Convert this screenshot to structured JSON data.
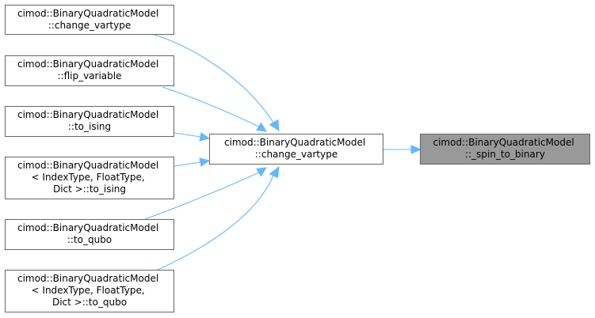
{
  "diagram": {
    "target_node": {
      "lines": [
        "cimod::BinaryQuadraticModel",
        "::_spin_to_binary"
      ]
    },
    "middle_node": {
      "lines": [
        "cimod::BinaryQuadraticModel",
        "::change_vartype"
      ]
    },
    "callers": [
      {
        "lines": [
          "cimod::BinaryQuadraticModel",
          "::change_vartype"
        ]
      },
      {
        "lines": [
          "cimod::BinaryQuadraticModel",
          "::flip_variable"
        ]
      },
      {
        "lines": [
          "cimod::BinaryQuadraticModel",
          "::to_ising"
        ]
      },
      {
        "lines": [
          "cimod::BinaryQuadraticModel",
          "< IndexType, FloatType,",
          "Dict >::to_ising"
        ]
      },
      {
        "lines": [
          "cimod::BinaryQuadraticModel",
          "::to_qubo"
        ]
      },
      {
        "lines": [
          "cimod::BinaryQuadraticModel",
          "< IndexType, FloatType,",
          "Dict >::to_qubo"
        ]
      }
    ],
    "colors": {
      "edge": "#63b8ff",
      "node_border": "#666666",
      "target_fill": "#999999"
    }
  }
}
